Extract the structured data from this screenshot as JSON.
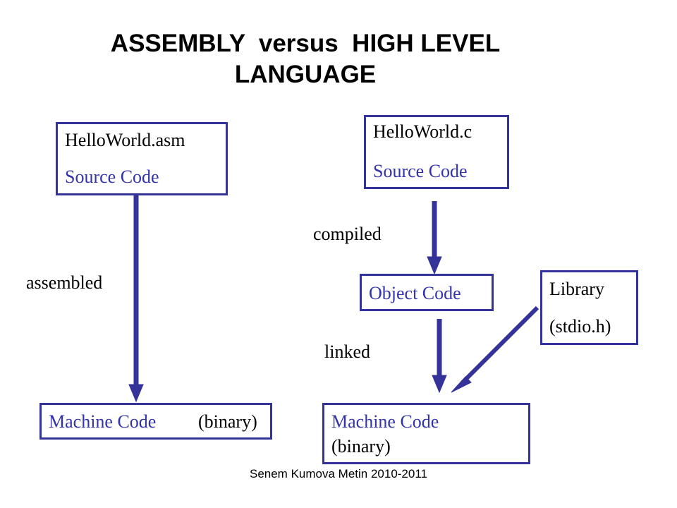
{
  "title": {
    "line1": "ASSEMBLY  versus  HIGH LEVEL",
    "line2": "LANGUAGE"
  },
  "boxes": {
    "asm_source": {
      "file": "HelloWorld.asm",
      "kind": "Source Code"
    },
    "c_source": {
      "file": "HelloWorld.c",
      "kind": "Source Code"
    },
    "object_code": {
      "label": "Object Code"
    },
    "library": {
      "line1": "Library",
      "line2": "(stdio.h)"
    },
    "asm_machine": {
      "label": "Machine Code",
      "suffix": "(binary)"
    },
    "c_machine": {
      "label": "Machine Code",
      "suffix": "(binary)"
    }
  },
  "edges": {
    "assembled": "assembled",
    "compiled": "compiled",
    "linked": "linked"
  },
  "footer": "Senem Kumova Metin 2010-2011",
  "colors": {
    "box_border": "#333399",
    "arrow": "#333399",
    "emphasis_text": "#3333aa"
  }
}
